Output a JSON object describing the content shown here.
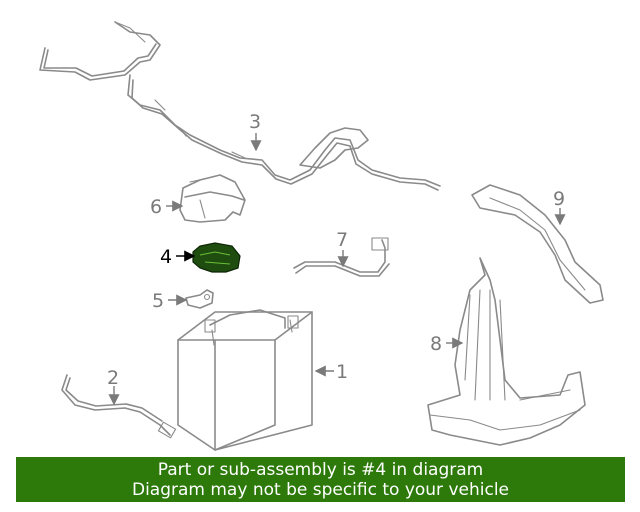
{
  "callouts": [
    {
      "id": "1",
      "label": "1"
    },
    {
      "id": "2",
      "label": "2"
    },
    {
      "id": "3",
      "label": "3"
    },
    {
      "id": "4",
      "label": "4"
    },
    {
      "id": "5",
      "label": "5"
    },
    {
      "id": "6",
      "label": "6"
    },
    {
      "id": "7",
      "label": "7"
    },
    {
      "id": "8",
      "label": "8"
    },
    {
      "id": "9",
      "label": "9"
    }
  ],
  "highlight": {
    "callout": "4",
    "color": "#1f4d0f"
  },
  "banner": {
    "line1": "Part or sub-assembly is #4 in diagram",
    "line2": "Diagram may not be specific to your vehicle",
    "background": "#2d7a0b",
    "text_color": "#ffffff"
  }
}
